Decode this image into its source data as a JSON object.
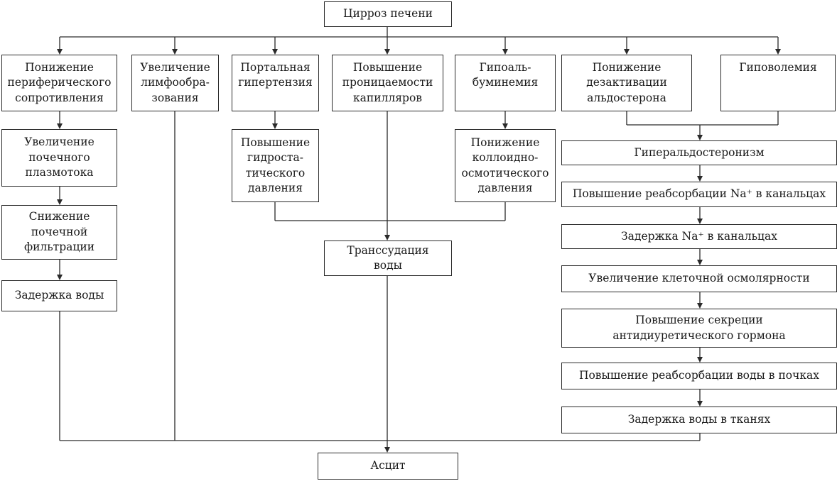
{
  "nodes": {
    "cirrhosis": "Цирроз печени",
    "periph_resist": "Понижение\nпериферического\nсопротивления",
    "lymph": "Увеличение\nлимфообра-\nзования",
    "portal": "Портальная\nгипертензия",
    "permeability": "Повышение\nпроницаемости\nкапилляров",
    "hypoalb": "Гипоаль-\nбуминемия",
    "aldo_deact": "Понижение\nдезактивации\nальдостерона",
    "hypovol": "Гиповолемия",
    "renal_plasma": "Увеличение\nпочечного\nплазмотока",
    "hydrostatic": "Повышение\nгидроста-\nтического\nдавления",
    "colloid": "Понижение\nколлоидно-\nосмотического\nдавления",
    "hyperaldo": "Гиперальдостеронизм",
    "na_reabs": "Повышение реабсорбации Na⁺ в канальцах",
    "filtration": "Снижение\nпочечной\nфильтрации",
    "na_retention": "Задержка Na⁺ в канальцах",
    "transudation": "Транссудация\nводы",
    "water_ret": "Задержка воды",
    "osmolar": "Увеличение клеточной осмолярности",
    "adh": "Повышение секреции\nантидиуретического гормона",
    "water_reabs": "Повышение реабсорбации воды в почках",
    "tissue_water": "Задержка воды в тканях",
    "ascites": "Асцит"
  }
}
